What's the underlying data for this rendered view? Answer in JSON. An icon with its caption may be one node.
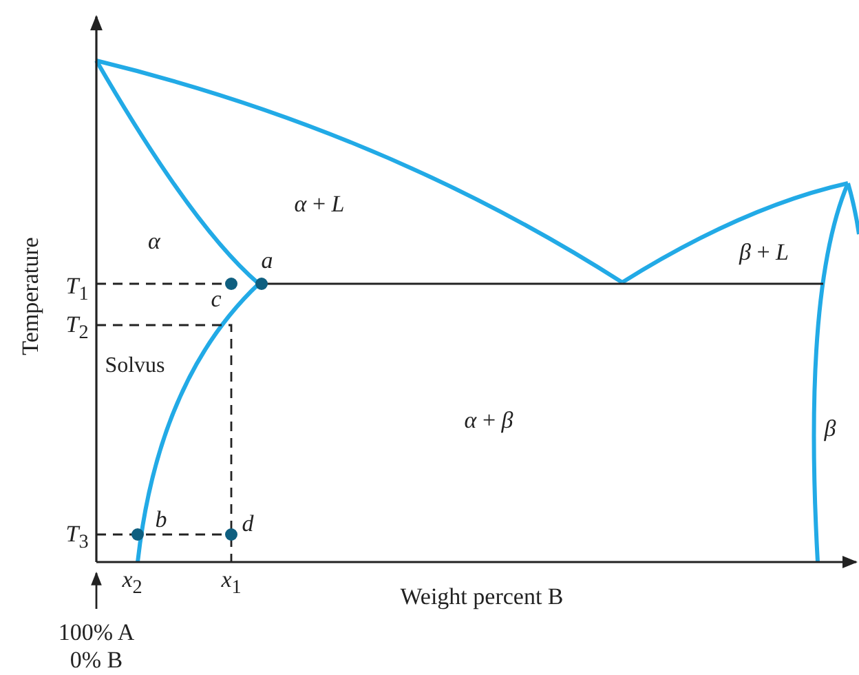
{
  "diagram": {
    "labels": [
      "Temperature",
      "*α* + *L*",
      "*α*",
      "*β* + *L*",
      "*a*",
      "*T*$_{1}$",
      "*c*",
      "*T*$_{2}$",
      "Solvus",
      "*α* + *β*",
      "*β*",
      "*b*",
      "*d*",
      "*T*$_{3}$",
      "*x*$_{2}$",
      "*x*$_{1}$",
      "Weight percent B",
      "100% A",
      "0% B"
    ]
  }
}
